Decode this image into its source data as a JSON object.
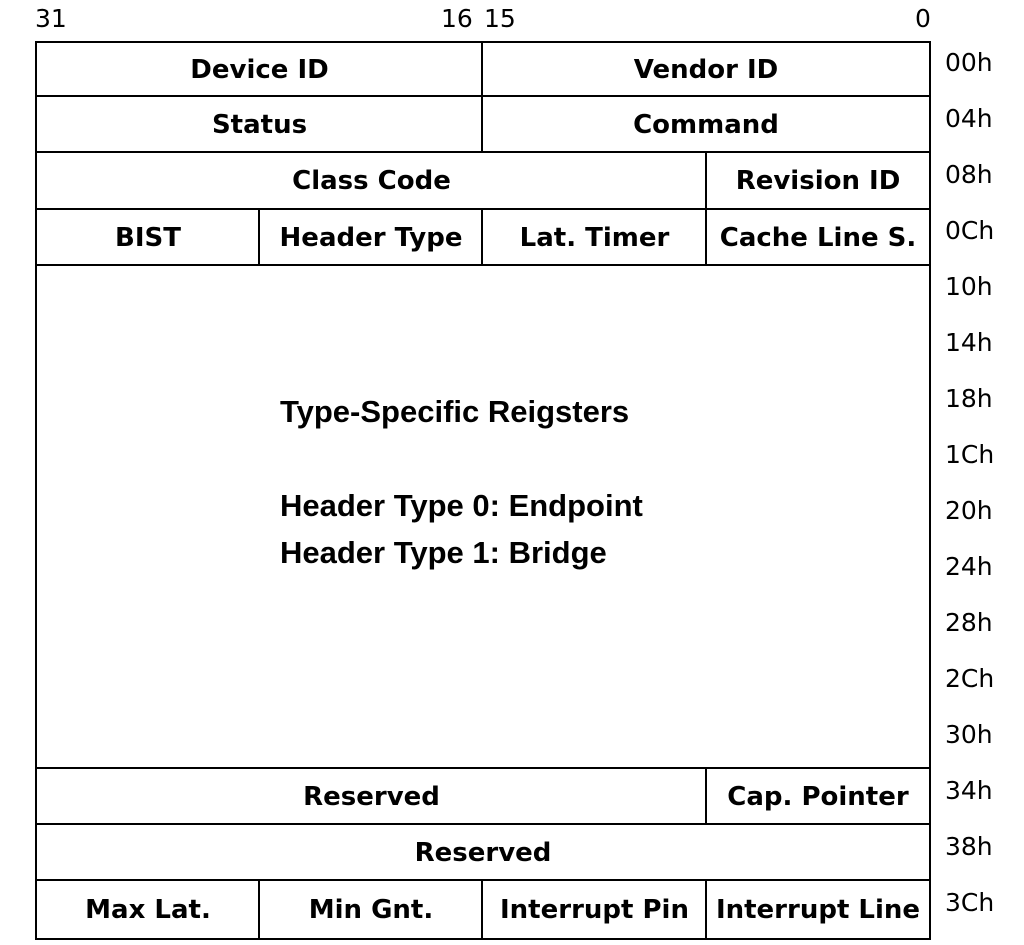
{
  "bit_labels": {
    "b31": "31",
    "b16": "16",
    "b15": "15",
    "b0": "0"
  },
  "offsets": [
    "00h",
    "04h",
    "08h",
    "0Ch",
    "10h",
    "14h",
    "18h",
    "1Ch",
    "20h",
    "24h",
    "28h",
    "2Ch",
    "30h",
    "34h",
    "38h",
    "3Ch"
  ],
  "fields": {
    "device_id": "Device ID",
    "vendor_id": "Vendor ID",
    "status": "Status",
    "command": "Command",
    "class_code": "Class Code",
    "revision_id": "Revision ID",
    "bist": "BIST",
    "header_type": "Header Type",
    "lat_timer": "Lat. Timer",
    "cache_line": "Cache Line S.",
    "reserved_34": "Reserved",
    "cap_pointer": "Cap. Pointer",
    "reserved_38": "Reserved",
    "max_lat": "Max Lat.",
    "min_gnt": "Min Gnt.",
    "interrupt_pin": "Interrupt Pin",
    "interrupt_line": "Interrupt Line"
  },
  "type_specific": {
    "title": "Type-Specific Reigsters",
    "line1": "Header Type 0: Endpoint",
    "line2": "Header Type 1: Bridge"
  }
}
